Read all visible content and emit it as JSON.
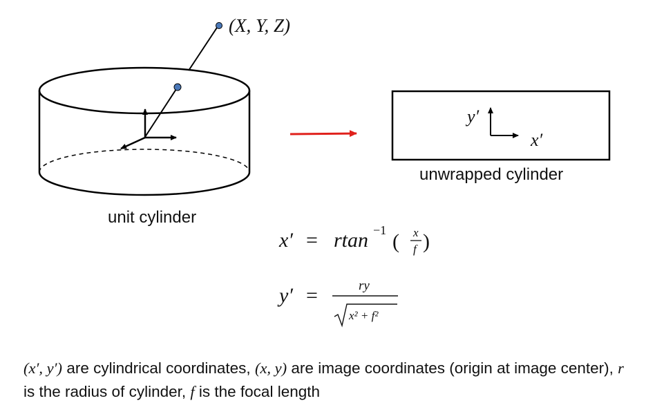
{
  "point_label": "(X, Y, Z)",
  "cylinder_label": "unit cylinder",
  "unwrapped_label": "unwrapped cylinder",
  "axis_x_prime": "x′",
  "axis_y_prime": "y′",
  "colors": {
    "arrow": "#e0211c",
    "point_fill": "#4a78b8",
    "stroke": "#000000"
  },
  "equation1": {
    "lhs": "x′",
    "equals": "=",
    "fn": "rtan",
    "sup": "−1",
    "open": "(",
    "num": "x",
    "den": "f",
    "close": ")"
  },
  "equation2": {
    "lhs": "y′",
    "equals": "=",
    "num": "ry",
    "radicand": "x² + f²"
  },
  "caption": {
    "p1": "(x′, y′)",
    "t1": " are cylindrical coordinates, ",
    "p2": "(x, y)",
    "t2": " are image coordinates (origin at image center), ",
    "p3": "r",
    "t3": " is the radius of cylinder, ",
    "p4": "f",
    "t4": " is the focal length"
  }
}
